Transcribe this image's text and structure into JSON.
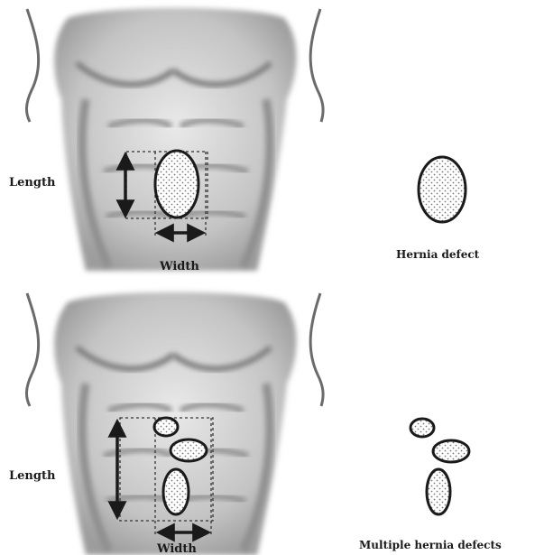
{
  "panels": [
    {
      "length_label": "Length",
      "width_label": "Width",
      "caption": "Hernia defect"
    },
    {
      "length_label": "Length",
      "width_label": "Width",
      "caption": "Multiple hernia defects"
    }
  ],
  "colors": {
    "outline": "#1a1a1a",
    "dots": "#7a7a7a",
    "body_shading": "#9a9a9a"
  }
}
